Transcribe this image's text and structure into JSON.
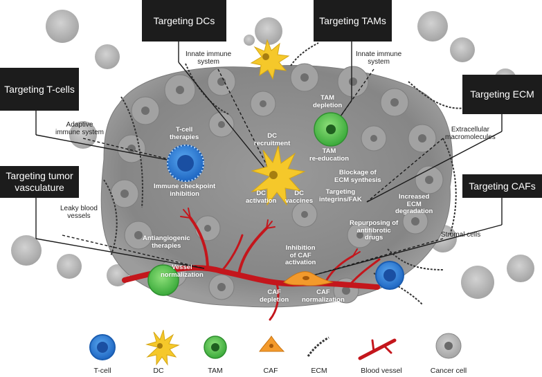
{
  "strategies": {
    "dcs": "Targeting DCs",
    "tams": "Targeting TAMs",
    "tcells": "Targeting T-cells",
    "ecm": "Targeting ECM",
    "vasculature_line1": "Targeting tumor",
    "vasculature_line2": "vasculature",
    "cafs": "Targeting CAFs"
  },
  "outer_labels": {
    "innate_dc_line1": "Innate immune",
    "innate_dc_line2": "system",
    "innate_tam_line1": "Innate immune",
    "innate_tam_line2": "system",
    "adaptive_line1": "Adaptive",
    "adaptive_line2": "immune system",
    "extracellular_line1": "Extracellular",
    "extracellular_line2": "macromolecules",
    "leaky_line1": "Leaky blood",
    "leaky_line2": "vessels",
    "stromal": "Stromal cells"
  },
  "inner_labels": {
    "tcell_therapies_1": "T-cell",
    "tcell_therapies_2": "therapies",
    "checkpoint_1": "Immune checkpoint",
    "checkpoint_2": "inhibition",
    "dc_recruitment_1": "DC",
    "dc_recruitment_2": "recruitment",
    "dc_activation_1": "DC",
    "dc_activation_2": "activation",
    "dc_vaccines_1": "DC",
    "dc_vaccines_2": "vaccines",
    "tam_depletion_1": "TAM",
    "tam_depletion_2": "depletion",
    "tam_reeducation_1": "TAM",
    "tam_reeducation_2": "re-education",
    "blockage_1": "Blockage of",
    "blockage_2": "ECM synthesis",
    "integrins_1": "Targeting",
    "integrins_2": "integrins/FAK",
    "increased_1": "Increased",
    "increased_2": "ECM",
    "increased_3": "degradation",
    "repurposing_1": "Repurposing of",
    "repurposing_2": "antifibrotic",
    "repurposing_3": "drugs",
    "antiangio_1": "Antiangiogenic",
    "antiangio_2": "therapies",
    "vessel_norm_1": "Vessel",
    "vessel_norm_2": "normalization",
    "caf_inhib_1": "Inhibition",
    "caf_inhib_2": "of CAF",
    "caf_inhib_3": "activation",
    "caf_depletion_1": "CAF",
    "caf_depletion_2": "depletion",
    "caf_norm_1": "CAF",
    "caf_norm_2": "normalization"
  },
  "legend": [
    {
      "label": "T-cell",
      "icon": "t-cell-icon"
    },
    {
      "label": "DC",
      "icon": "dc-icon"
    },
    {
      "label": "TAM",
      "icon": "tam-icon"
    },
    {
      "label": "CAF",
      "icon": "caf-icon"
    },
    {
      "label": "ECM",
      "icon": "ecm-icon"
    },
    {
      "label": "Blood vessel",
      "icon": "blood-vessel-icon"
    },
    {
      "label": "Cancer cell",
      "icon": "cancer-cell-icon"
    }
  ],
  "colors": {
    "box": "#1c1c1c",
    "tumor": "#8d8d8d",
    "t_cell": "#2e7fd8",
    "dc": "#f5c82a",
    "tam": "#4cbb47",
    "caf": "#f39a2c",
    "vessel": "#c4161c",
    "ecm": "#3a3a3a",
    "cancer_cell": "#a9a9a9"
  }
}
